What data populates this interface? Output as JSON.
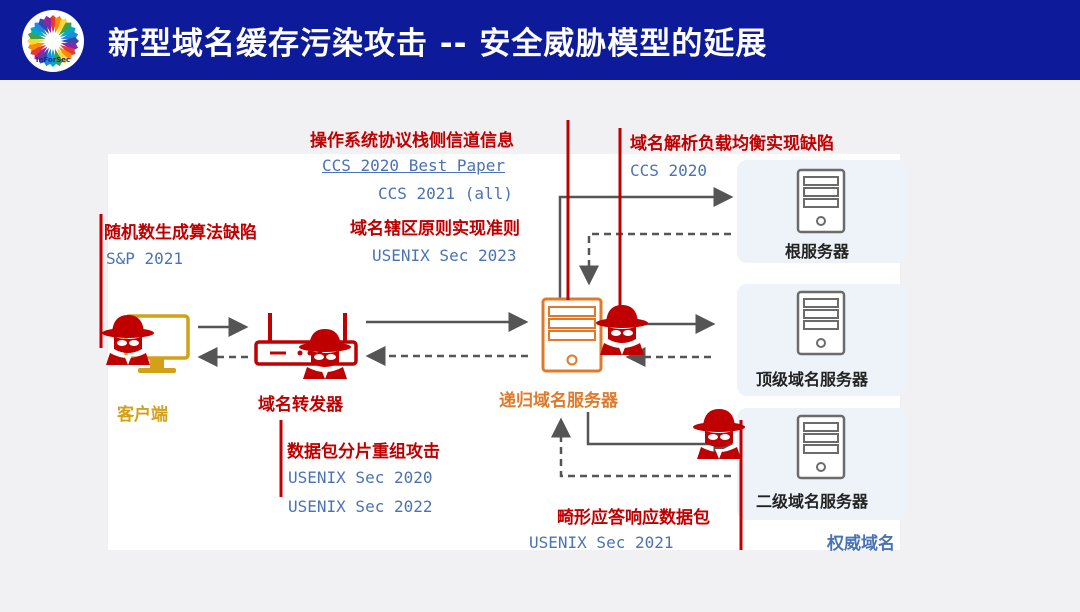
{
  "header": {
    "title": "新型域名缓存污染攻击  -- 安全威胁模型的延展",
    "bg_color": "#0d1b9a",
    "logo_text": "InForSec"
  },
  "diagram": {
    "nodes": {
      "client": "客户端",
      "forwarder": "域名转发器",
      "recursive": "递归域名服务器",
      "root": "根服务器",
      "tld": "顶级域名服务器",
      "sld": "二级域名服务器",
      "authoritative": "权威域名"
    },
    "attacks": [
      {
        "title": "随机数生成算法缺陷",
        "refs": [
          "S&P 2021"
        ]
      },
      {
        "title": "操作系统协议栈侧信道信息",
        "refs": [
          "CCS 2020 Best Paper",
          "CCS 2021 (all)"
        ]
      },
      {
        "title": "域名辖区原则实现准则",
        "refs": [
          "USENIX Sec 2023"
        ]
      },
      {
        "title": "域名解析负载均衡实现缺陷",
        "refs": [
          "CCS 2020"
        ]
      },
      {
        "title": "数据包分片重组攻击",
        "refs": [
          "USENIX Sec 2020",
          "USENIX Sec 2022"
        ]
      },
      {
        "title": "畸形应答响应数据包",
        "refs": [
          "USENIX Sec 2021"
        ]
      }
    ],
    "colors": {
      "attack_red": "#c00000",
      "ref_blue": "#4a73b5",
      "client_gold": "#d4a017",
      "forwarder_red": "#c00000",
      "recursive_orange": "#e07a2a",
      "arrow_gray": "#555555"
    }
  }
}
